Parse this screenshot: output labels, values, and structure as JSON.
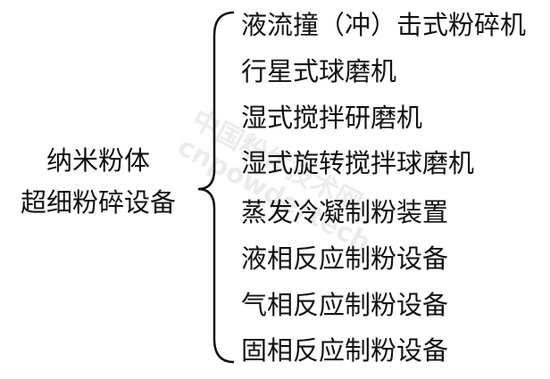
{
  "root": {
    "line1": "纳米粉体",
    "line2": "超细粉碎设备"
  },
  "items": [
    "液流撞（冲）击式粉碎机",
    "行星式球磨机",
    "湿式搅拌研磨机",
    "湿式旋转搅拌球磨机",
    "蒸发冷凝制粉装置",
    "液相反应制粉设备",
    "气相反应制粉设备",
    "固相反应制粉设备"
  ],
  "watermark": {
    "line1": "中国粉体技术网",
    "line2": "cnpowdertech"
  }
}
